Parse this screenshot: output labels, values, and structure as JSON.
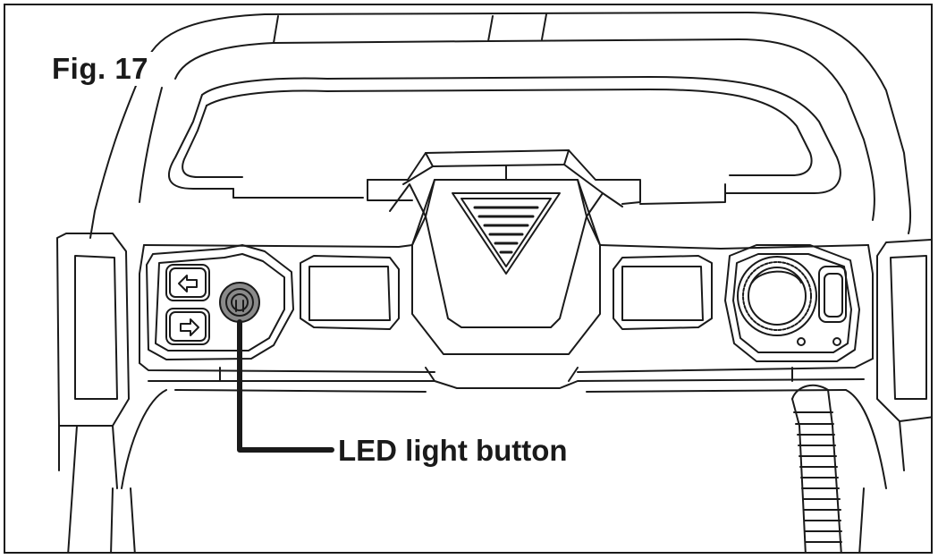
{
  "figure": {
    "label": "Fig. 17"
  },
  "callout": {
    "label": "LED light button"
  },
  "icons": [
    "arrow-left-icon",
    "arrow-right-icon",
    "led-light-button",
    "control-knob",
    "warning-triangle-vent",
    "flexible-hose"
  ],
  "colors": {
    "line": "#1a1a1a",
    "button_fill": "#8a8a8a",
    "background": "#ffffff"
  }
}
